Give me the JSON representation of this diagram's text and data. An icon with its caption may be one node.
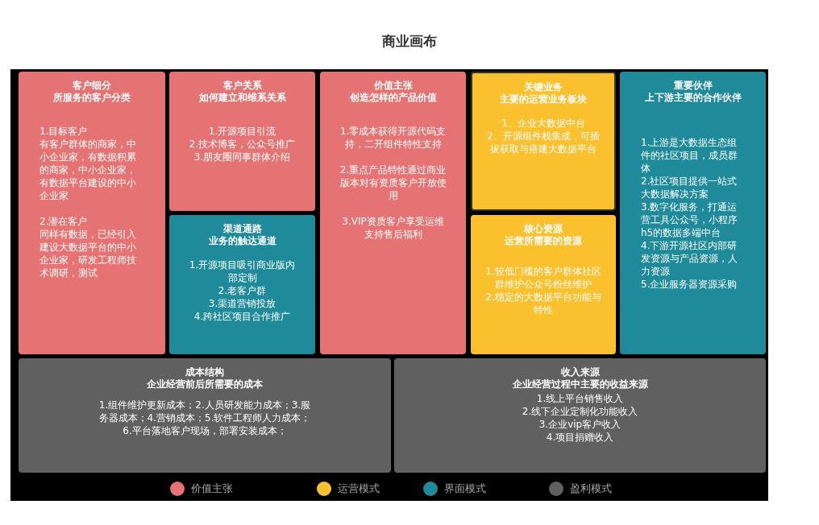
{
  "diagram": {
    "title": "商业画布",
    "nodes": [
      {
        "text": [
          "客户细分",
          "所服务的客户分类",
          "1.目标客户",
          "有客户群体的商家，中小企业家，有数据积累的商家，中小企业家，有数据平台建设的中小企业家",
          "2.潜在客户",
          "同样有数据，已经引入建设大数据平台的中小企业家，研发工程师技术调研，测试"
        ]
      },
      {
        "text": [
          "客户关系",
          "如何建立和维系关系",
          "1.开源项目引流",
          "2.技术博客，公众号推广",
          "3.朋友圈同事群体介绍"
        ]
      },
      {
        "text": [
          "渠道通路",
          "业务的触达通道",
          "1.开源项目吸引商业版内部定制",
          "2.老客户群",
          "3.渠道营销投放",
          "4.跨社区项目合作推广"
        ]
      },
      {
        "text": [
          "价值主张",
          "创造怎样的产品价值",
          "1.零成本获得开源代码支持，二开组件特性支持",
          "2.重点产品特性通过商业版本对有资质客户开放使用",
          "3.VIP资质客户享受运维支持售后福利"
        ]
      },
      {
        "text": [
          "关键业务",
          "主要的运营业务板块",
          "1、企业大数据中台",
          "2、开源组件栈集成，可插拔获取与搭建大数据平台"
        ]
      },
      {
        "text": [
          "核心资源",
          "运营所需要的资源",
          "1.较低门槛的客户群体社区群维护公众号粉丝维护",
          "2.稳定的大数据平台功能与特性"
        ]
      },
      {
        "text": [
          "重要伙伴",
          "上下游主要的合作伙伴",
          "1.上游是大数据生态组件的社区项目，成员群体",
          "2.社区项目提供一站式大数据解决方案",
          "3.数字化服务，打通运营工具公众号，小程序h5的数据多端中台",
          "4.下游开源社区内部研发资源与产品资源，人力资源",
          "5.企业服务器资源采购"
        ]
      },
      {
        "text": [
          "成本结构",
          "企业经营前后所需要的成本",
          "1.组件维护更新成本；2.人员研发能力成本；3.服务器成本；4.营销成本；5.软件工程师人力成本；6.平台落地客户现场，部署安装成本；"
        ]
      },
      {
        "text": [
          "收入来源",
          "企业经营过程中主要的收益来源",
          "1.线上平台销售收入",
          "2.线下企业定制化功能收入",
          "3.企业vip客户收入",
          "4.项目捐赠收入"
        ]
      }
    ],
    "legend": [
      {
        "text": "价值主张",
        "color": "#e57373"
      },
      {
        "text": "运营模式",
        "color": "#fbc02d"
      },
      {
        "text": "界面模式",
        "color": "#1e8a9a"
      },
      {
        "text": "盈利模式",
        "color": "#606060"
      }
    ]
  }
}
